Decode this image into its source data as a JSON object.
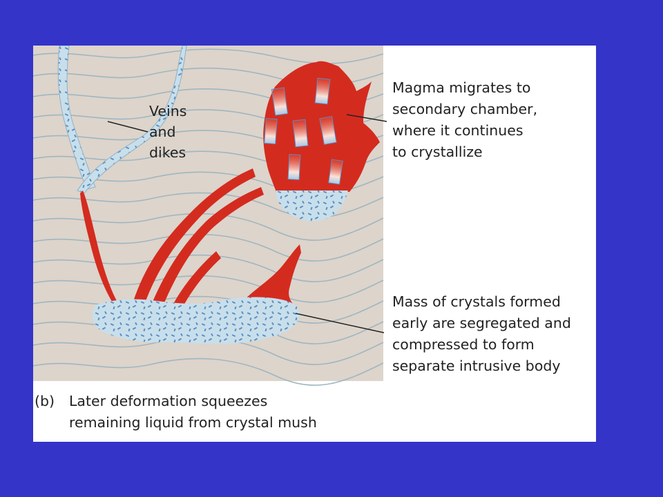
{
  "colors": {
    "slide_background": "#3434c8",
    "panel_background": "#ffffff",
    "rock_background": "#ddd4cb",
    "contour_lines": "#9fb6c0",
    "magma": "#d42b1f",
    "crystal_mush": "#c8dfeb",
    "crystal_specks": "#5b8fc2",
    "text": "#222222"
  },
  "labels": {
    "veins_dikes": [
      "Veins",
      "and",
      "dikes"
    ],
    "secondary_chamber": [
      "Magma migrates to",
      "secondary chamber,",
      "where it continues",
      "to crystallize"
    ],
    "crystal_mass": [
      "Mass of crystals formed",
      "early are segregated and",
      "compressed to form",
      "separate intrusive body"
    ]
  },
  "caption": {
    "tag": "(b)",
    "lines": [
      "Later deformation squeezes",
      "remaining liquid from crystal mush"
    ]
  }
}
